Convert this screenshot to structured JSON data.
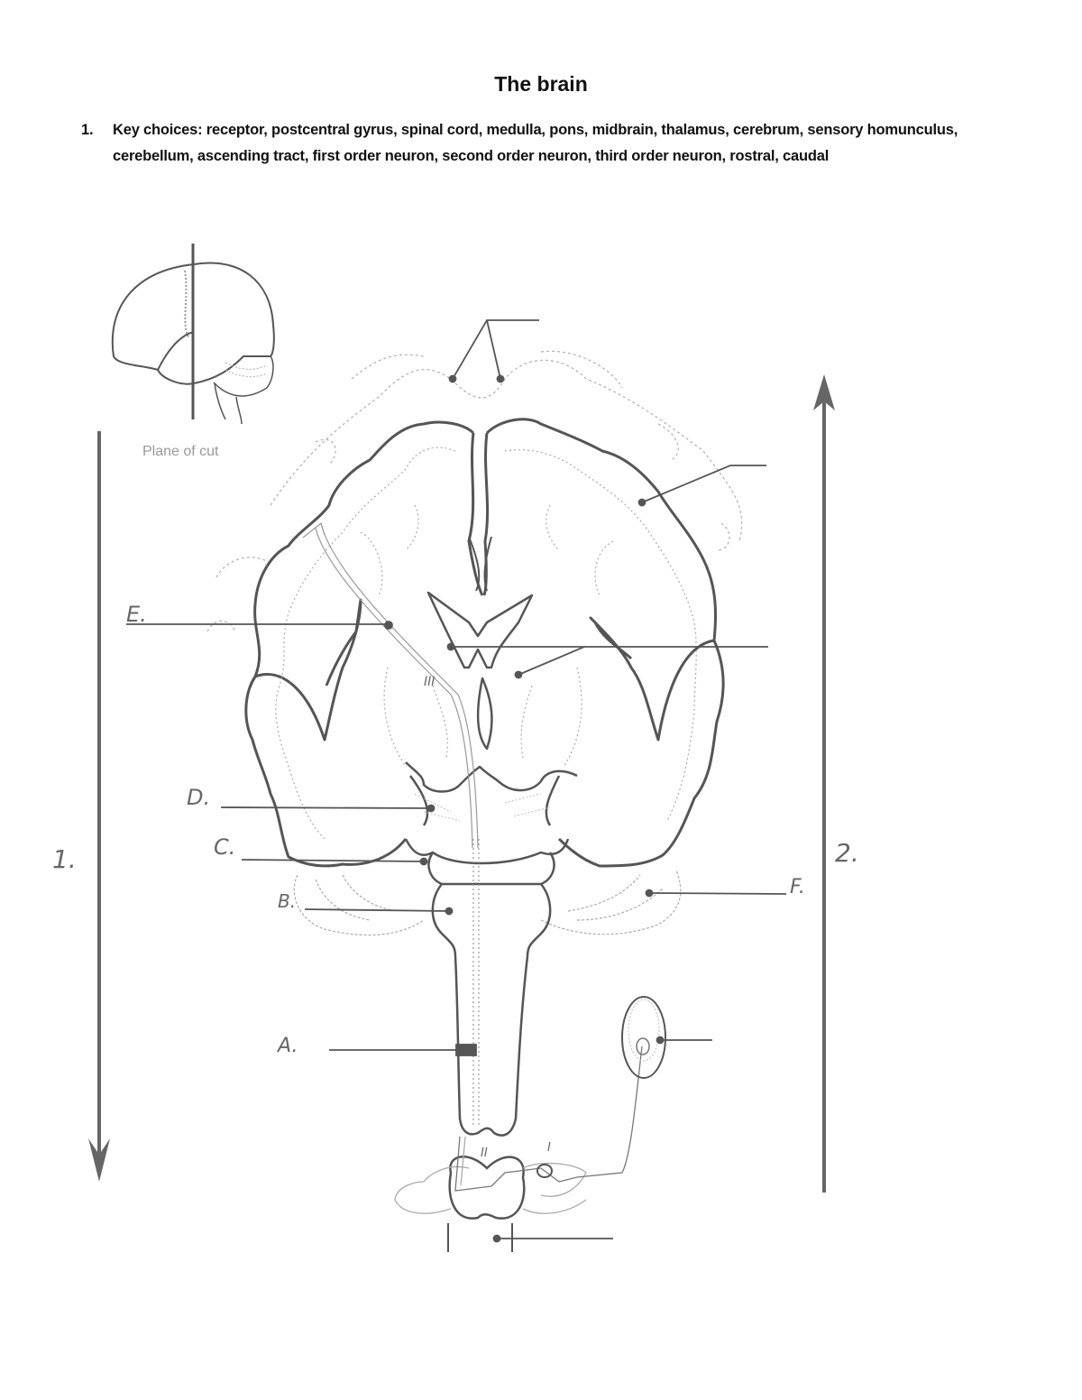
{
  "document": {
    "title": "The brain",
    "question": {
      "number": "1.",
      "prompt_label": "Key choices:",
      "key_choices": [
        "receptor",
        "postcentral gyrus",
        "spinal cord",
        "medulla",
        "pons",
        "midbrain",
        "thalamus",
        "cerebrum",
        "sensory homunculus",
        "cerebellum",
        "ascending tract",
        "first order neuron",
        "second order neuron",
        "third order neuron",
        "rostral",
        "caudal"
      ],
      "text": "Key choices: receptor, postcentral gyrus, spinal cord, medulla, pons, midbrain, thalamus, cerebrum, sensory homunculus, cerebellum, ascending tract, first order neuron, second order neuron, third order neuron, rostral, caudal"
    }
  },
  "figure": {
    "inset_caption": "Plane of cut",
    "labels": {
      "A": "A.",
      "B": "B.",
      "C": "C.",
      "D": "D.",
      "E": "E.",
      "F": "F."
    },
    "arrows": {
      "left": {
        "label": "1.",
        "direction": "down"
      },
      "right": {
        "label": "2.",
        "direction": "up"
      }
    },
    "neuron_markers": {
      "first": "I",
      "second": "II",
      "third": "III"
    },
    "colors": {
      "ink": "#555555",
      "faint": "#aaaaaa",
      "arrow": "#666666"
    }
  }
}
